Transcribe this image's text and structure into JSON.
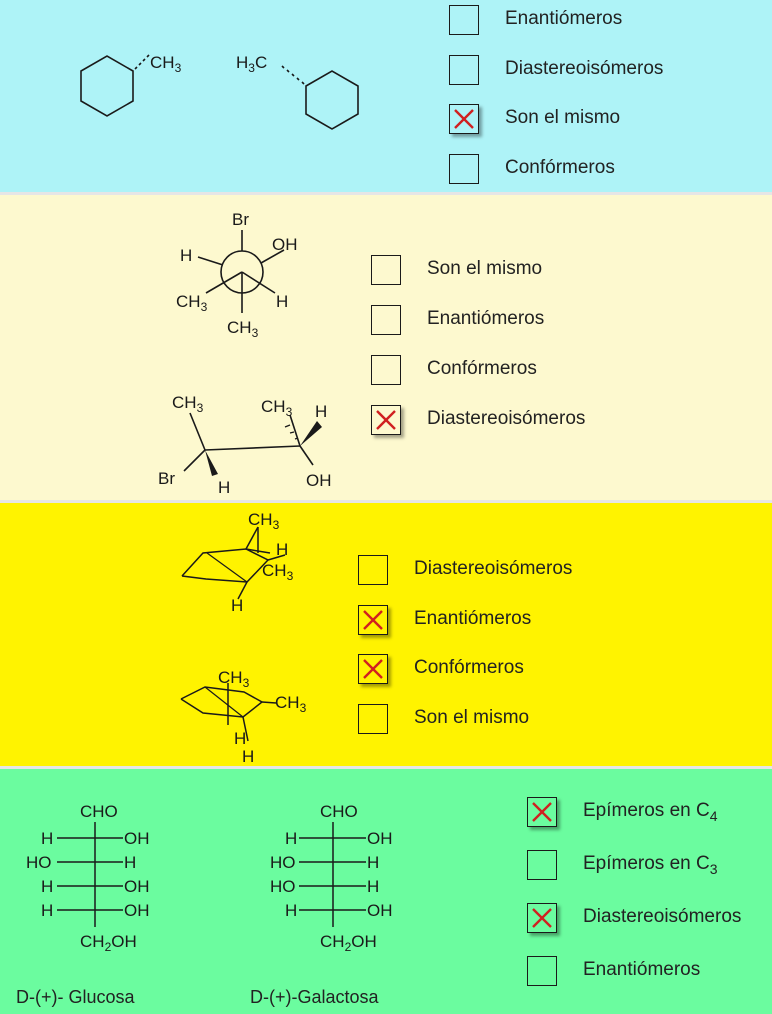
{
  "colors": {
    "panel1": "#aef3f7",
    "panel2": "#fdf9cf",
    "panel3": "#fff300",
    "panel4": "#6bfc9f",
    "checkmark": "#d02020"
  },
  "icons": {
    "checked": "red-x-icon"
  },
  "panel1": {
    "mol_a": {
      "group": "CH3"
    },
    "mol_b": {
      "group": "H3C"
    },
    "options": [
      {
        "label": "Enantiómeros",
        "checked": false
      },
      {
        "label": "Diastereoisómeros",
        "checked": false
      },
      {
        "label": "Son el mismo",
        "checked": true
      },
      {
        "label": "Confórmeros",
        "checked": false
      }
    ]
  },
  "panel2": {
    "newman": {
      "top": "Br",
      "left": "H",
      "right": "OH",
      "lower_left": "CH3",
      "lower_right": "H",
      "bottom": "CH3"
    },
    "sawhorse": {
      "c1_top": "CH3",
      "c1_left": "Br",
      "c1_bottom": "H",
      "c2_top": "CH3",
      "c2_right": "H",
      "c2_bottom": "OH"
    },
    "options": [
      {
        "label": "Son el mismo",
        "checked": false
      },
      {
        "label": "Enantiómeros",
        "checked": false
      },
      {
        "label": "Confórmeros",
        "checked": false
      },
      {
        "label": "Diastereoisómeros",
        "checked": true
      }
    ]
  },
  "panel3": {
    "chair_a": {
      "top": "CH3",
      "h1": "H",
      "me2": "CH3",
      "bottom": "H"
    },
    "chair_b": {
      "top": "CH3",
      "me2": "CH3",
      "h1": "H",
      "bottom": "H"
    },
    "options": [
      {
        "label": "Diastereoisómeros",
        "checked": false
      },
      {
        "label": "Enantiómeros",
        "checked": true
      },
      {
        "label": "Confórmeros",
        "checked": true
      },
      {
        "label": "Son el mismo",
        "checked": false
      }
    ]
  },
  "panel4": {
    "glucose": {
      "top": "CHO",
      "rows": [
        [
          "H",
          "OH"
        ],
        [
          "HO",
          "H"
        ],
        [
          "H",
          "OH"
        ],
        [
          "H",
          "OH"
        ]
      ],
      "bottom": "CH2OH",
      "caption": "D-(+)- Glucosa"
    },
    "galactose": {
      "top": "CHO",
      "rows": [
        [
          "H",
          "OH"
        ],
        [
          "HO",
          "H"
        ],
        [
          "HO",
          "H"
        ],
        [
          "H",
          "OH"
        ]
      ],
      "bottom": "CH2OH",
      "caption": "D-(+)-Galactosa"
    },
    "options": [
      {
        "label": "Epímeros en C4",
        "checked": true
      },
      {
        "label": "Epímeros en C3",
        "checked": false
      },
      {
        "label": "Diastereoisómeros",
        "checked": true
      },
      {
        "label": "Enantiómeros",
        "checked": false
      }
    ]
  }
}
